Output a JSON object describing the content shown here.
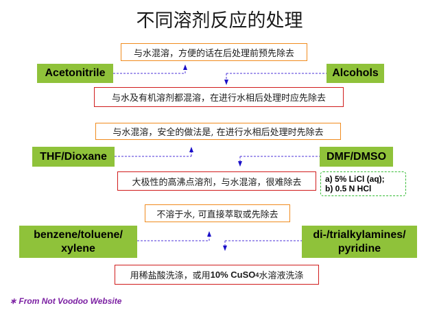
{
  "title": "不同溶剂反应的处理",
  "groups": [
    {
      "left": "Acetonitrile",
      "right": "Alcohols",
      "top_note": "与水混溶，方便的话在后处理前预先除去",
      "bottom_note": "与水及有机溶剂都混溶，在进行水相后处理时应先除去"
    },
    {
      "left": "THF/Dioxane",
      "right": "DMF/DMSO",
      "top_note": "与水混溶，安全的做法是, 在进行水相后处理时先除去",
      "bottom_note": "大极性的高沸点溶剂，与水混溶，很难除去",
      "conditions": [
        "a) 5% LiCl (aq);",
        "b) 0.5 N HCl"
      ]
    },
    {
      "left_line1": "benzene/toluene/",
      "left_line2": "xylene",
      "right_line1": "di-/trialkylamines/",
      "right_line2": "pyridine",
      "top_note": "不溶于水, 可直接萃取或先除去",
      "bottom_note_part1": "用稀盐酸洗涤，或用",
      "bottom_note_part2": "10% CuSO",
      "bottom_note_sub": "4",
      "bottom_note_part3": "水溶液洗涤"
    }
  ],
  "footnote": "∗ From Not Voodoo Website",
  "colors": {
    "solvent_fill": "#8fc23a",
    "orange_border": "#f08a1c",
    "red_border": "#d01a1a",
    "line": "#4a2fd8",
    "cond_border": "#33bb33"
  }
}
